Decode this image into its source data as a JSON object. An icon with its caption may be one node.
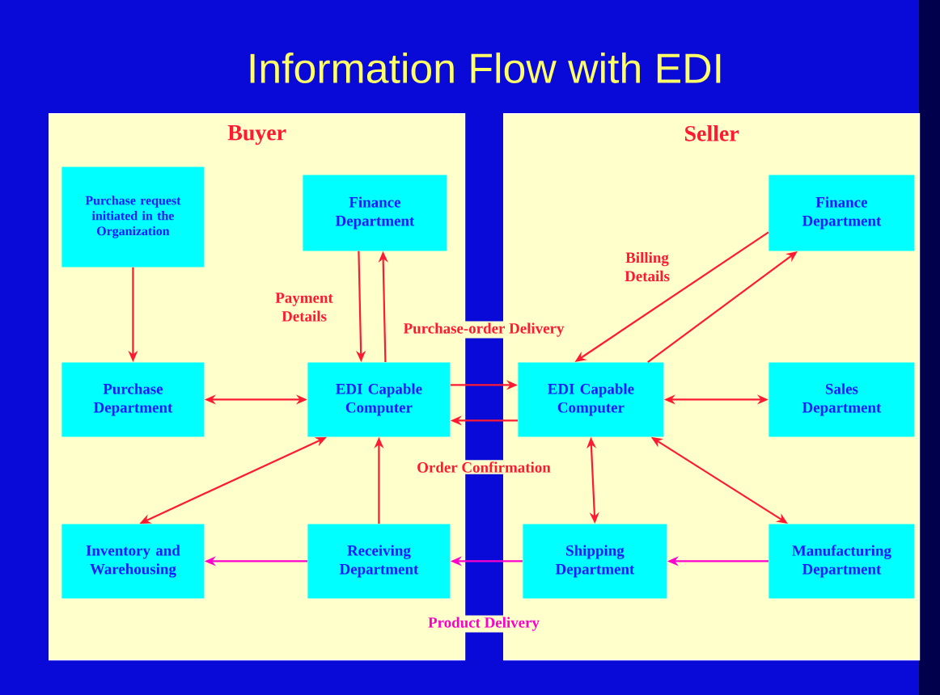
{
  "diagram": {
    "title": "Information Flow with EDI",
    "nodes": [
      {
        "text": [
          "Buyer"
        ]
      },
      {
        "text": [
          "Seller"
        ]
      },
      {
        "text": [
          "Purchase request initiated in the Organization"
        ],
        "in": 0
      },
      {
        "text": [
          "Finance Department"
        ],
        "in": 0
      },
      {
        "text": [
          "Purchase Department"
        ],
        "in": 0
      },
      {
        "text": [
          "EDI Capable Computer"
        ],
        "in": 0
      },
      {
        "text": [
          "Inventory and Warehousing"
        ],
        "in": 0
      },
      {
        "text": [
          "Receiving Department"
        ],
        "in": 0
      },
      {
        "text": [
          "Finance Department"
        ],
        "in": 1
      },
      {
        "text": [
          "EDI Capable Computer"
        ],
        "in": 1
      },
      {
        "text": [
          "Sales Department"
        ],
        "in": 1
      },
      {
        "text": [
          "Shipping Department"
        ],
        "in": 1
      },
      {
        "text": [
          "Manufacturing Department"
        ],
        "in": 1
      }
    ],
    "edges": [
      {
        "from": 2,
        "to": 4,
        "arrow": "to"
      },
      {
        "from": 3,
        "to": 5,
        "arrow": "to",
        "label": "Payment Details"
      },
      {
        "from": 5,
        "to": 3,
        "arrow": "to"
      },
      {
        "from": 4,
        "to": 5,
        "arrow": "both"
      },
      {
        "from": 5,
        "to": 6,
        "arrow": "both"
      },
      {
        "from": 7,
        "to": 5,
        "arrow": "to"
      },
      {
        "from": 7,
        "to": 6,
        "arrow": "to",
        "color": "#ff00cc"
      },
      {
        "from": 5,
        "to": 9,
        "arrow": "to",
        "label": "Purchase-order Delivery"
      },
      {
        "from": 9,
        "to": 5,
        "arrow": "to",
        "label": "Order Confirmation"
      },
      {
        "from": 8,
        "to": 9,
        "arrow": "to",
        "label": "Billing Details"
      },
      {
        "from": 9,
        "to": 8,
        "arrow": "to"
      },
      {
        "from": 9,
        "to": 10,
        "arrow": "both"
      },
      {
        "from": 9,
        "to": 11,
        "arrow": "both"
      },
      {
        "from": 9,
        "to": 12,
        "arrow": "both"
      },
      {
        "from": 12,
        "to": 11,
        "arrow": "to",
        "color": "#ff00cc"
      },
      {
        "from": 11,
        "to": 7,
        "arrow": "to",
        "color": "#ff00cc",
        "label": "Product Delivery"
      }
    ]
  }
}
